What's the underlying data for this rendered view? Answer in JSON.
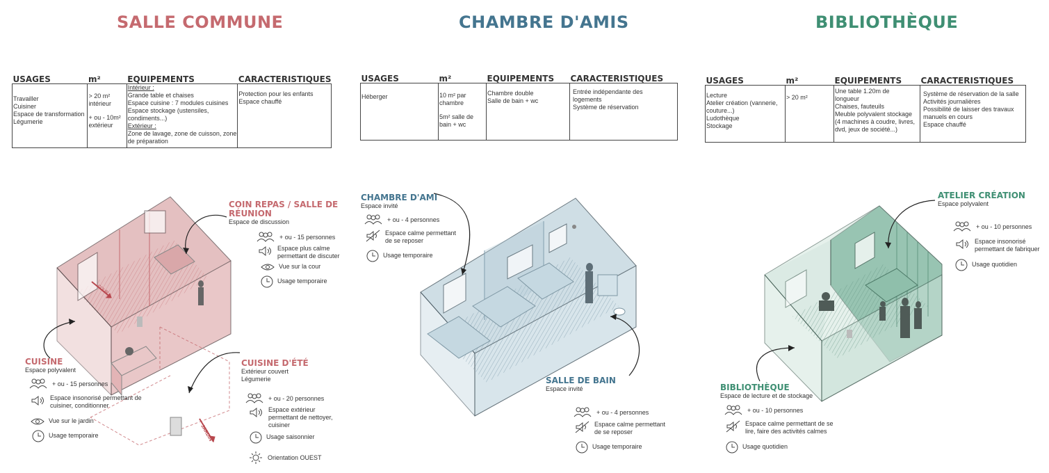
{
  "colors": {
    "salle": "#c56a6f",
    "chambre": "#44758f",
    "biblio": "#3f8f73"
  },
  "headers": {
    "usages": "USAGES",
    "m2": "m²",
    "equipements": "EQUIPEMENTS",
    "caracteristiques": "CARACTERISTIQUES"
  },
  "salle": {
    "title": "SALLE COMMUNE",
    "table": {
      "usages": [
        "Travailler",
        "Cuisiner",
        "Espace de transformation",
        "Légumerie"
      ],
      "m2": [
        "> 20 m²",
        "intérieur",
        "+ ou - 10m²",
        "extérieur"
      ],
      "equipements": [
        "Intérieur :",
        "Grande table et chaises",
        "Espace cuisine : 7 modules cuisines",
        "Espace stockage (ustensiles,",
        "condiments...)",
        "Extérieur :",
        "Zone de lavage, zone de cuisson, zone",
        "de préparation"
      ],
      "caracteristiques": [
        "Protection pour les enfants",
        "Espace chauffé"
      ]
    },
    "coin": {
      "title1": "COIN REPAS / SALLE DE",
      "title2": "RÉUNION",
      "sub": "Espace de discussion",
      "f1": "+ ou - 15 personnes",
      "f2a": "Espace plus calme",
      "f2b": "permettant de discuter",
      "f3": "Vue sur la cour",
      "f4": "Usage temporaire"
    },
    "cuisine": {
      "title": "CUISINE",
      "sub": "Espace polyvalent",
      "f1": "+ ou - 15 personnes",
      "f2a": "Espace insonorisé permettant de",
      "f2b": "cuisiner, conditionner",
      "f3": "Vue sur le jardin",
      "f4": "Usage temporaire"
    },
    "ete": {
      "title": "CUISINE D'ÉTÉ",
      "sub1": "Extérieur couvert",
      "sub2": "Légumerie",
      "f1": "+ ou - 20 personnes",
      "f2a": "Espace extérieur",
      "f2b": "permettant de nettoyer,",
      "f2c": "cuisiner",
      "f3": "Usage saisonnier",
      "f4": "Orientation OUEST"
    },
    "arrows": {
      "cour": "COUR",
      "jardin": "JARDIN"
    }
  },
  "chambre": {
    "title": "CHAMBRE D'AMIS",
    "table": {
      "usages": [
        "Héberger"
      ],
      "m2": [
        "10 m² par",
        "chambre",
        "5m² salle de",
        "bain + wc"
      ],
      "equipements": [
        "Chambre double",
        "Salle de bain + wc"
      ],
      "caracteristiques": [
        "Entrée indépendante des",
        "logements",
        "Système de réservation"
      ]
    },
    "ami": {
      "title": "CHAMBRE D'AMI",
      "sub": "Espace invité",
      "f1": "+ ou - 4 personnes",
      "f2a": "Espace calme permettant",
      "f2b": "de se reposer",
      "f3": "Usage temporaire"
    },
    "bain": {
      "title": "SALLE DE BAIN",
      "sub": "Espace invité",
      "f1": "+ ou - 4 personnes",
      "f2a": "Espace calme permettant",
      "f2b": "de se reposer",
      "f3": "Usage temporaire"
    }
  },
  "biblio": {
    "title": "BIBLIOTHÈQUE",
    "table": {
      "usages": [
        "Lecture",
        "Atelier création (vannerie,",
        "couture...)",
        "Ludothèque",
        "Stockage"
      ],
      "m2": [
        "> 20 m²"
      ],
      "equipements": [
        "Une table 1.20m de",
        "longueur",
        "Chaises, fauteuils",
        "Meuble polyvalent stockage",
        "(4 machines à coudre, livres,",
        "dvd, jeux de société...)"
      ],
      "caracteristiques": [
        "Système de réservation de la salle",
        "Activités journalières",
        "Possibilité de laisser des travaux",
        "manuels en cours",
        "Espace chauffé"
      ]
    },
    "atelier": {
      "title": "ATELIER CRÉATION",
      "sub": "Espace polyvalent",
      "f1": "+ ou - 10 personnes",
      "f2a": "Espace insonorisé",
      "f2b": "permettant de fabriquer",
      "f3": "Usage quotidien"
    },
    "lib": {
      "title": "BIBLIOTHÈQUE",
      "sub": "Espace de lecture et de stockage",
      "f1": "+ ou - 10 personnes",
      "f2a": "Espace calme permettant de se",
      "f2b": "lire, faire des activités calmes",
      "f3": "Usage quotidien"
    }
  }
}
